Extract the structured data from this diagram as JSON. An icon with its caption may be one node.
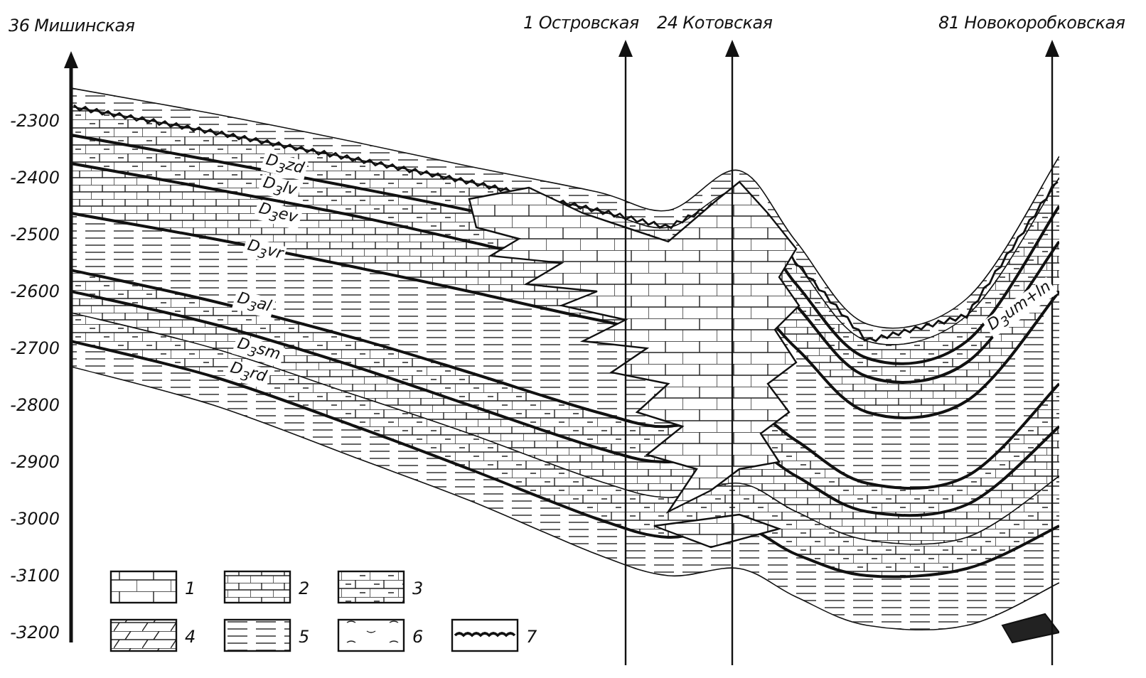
{
  "diagram": {
    "labels": [
      "36 Мишинская",
      "1 Островская",
      "24 Котовская",
      "81 Новокоробковская",
      "-2300",
      "-2400",
      "-2500",
      "-2600",
      "-2700",
      "-2800",
      "-2900",
      "-3000",
      "-3100",
      "-3200",
      "D$_{3}$zd",
      "D$_{3}$lv",
      "D$_{3}$ev",
      "D$_{3}$vr",
      "D$_{3}$al",
      "D$_{3}$sm",
      "D$_{3}$rd",
      "D$_{3}$um+ln"
    ],
    "legend": [
      {
        "text": "1"
      },
      {
        "text": "2"
      },
      {
        "text": "3"
      },
      {
        "text": "4"
      },
      {
        "text": "5"
      },
      {
        "text": "6"
      },
      {
        "text": "7"
      }
    ]
  }
}
